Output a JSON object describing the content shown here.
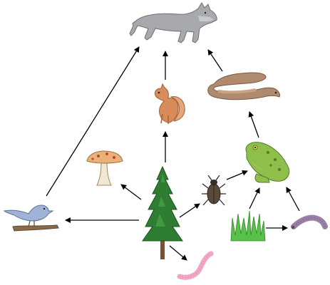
{
  "diagram": {
    "type": "food-web",
    "organisms": [
      {
        "id": "wolf",
        "icon": "wolf-icon"
      },
      {
        "id": "squirrel",
        "icon": "squirrel-icon"
      },
      {
        "id": "snake",
        "icon": "snake-icon"
      },
      {
        "id": "mushroom",
        "icon": "mushroom-icon"
      },
      {
        "id": "frog",
        "icon": "frog-icon"
      },
      {
        "id": "beetle",
        "icon": "beetle-icon"
      },
      {
        "id": "bird",
        "icon": "bird-icon"
      },
      {
        "id": "tree",
        "icon": "pine-tree-icon"
      },
      {
        "id": "grass",
        "icon": "grass-icon"
      },
      {
        "id": "millipede",
        "icon": "millipede-icon"
      },
      {
        "id": "earthworm",
        "icon": "earthworm-icon"
      }
    ],
    "arrows": [
      {
        "from": "bird",
        "to": "wolf"
      },
      {
        "from": "squirrel",
        "to": "wolf"
      },
      {
        "from": "snake",
        "to": "wolf"
      },
      {
        "from": "tree",
        "to": "squirrel"
      },
      {
        "from": "frog",
        "to": "snake"
      },
      {
        "from": "tree",
        "to": "mushroom"
      },
      {
        "from": "tree",
        "to": "bird"
      },
      {
        "from": "tree",
        "to": "beetle"
      },
      {
        "from": "tree",
        "to": "earthworm"
      },
      {
        "from": "beetle",
        "to": "frog"
      },
      {
        "from": "grass",
        "to": "frog"
      },
      {
        "from": "millipede",
        "to": "frog"
      },
      {
        "from": "grass",
        "to": "millipede"
      }
    ],
    "colors": {
      "wolf": "#a7a9ac",
      "squirrel": "#d98b5a",
      "snake": "#b08a6e",
      "mushroom_cap": "#e9b27a",
      "frog": "#8fbf4a",
      "beetle": "#5a4a3a",
      "bird": "#9fb3d6",
      "tree": "#2f7d32",
      "grass": "#57c14a",
      "millipede": "#9a7fa6",
      "earthworm": "#f2a6c6",
      "arrow": "#000000"
    }
  }
}
